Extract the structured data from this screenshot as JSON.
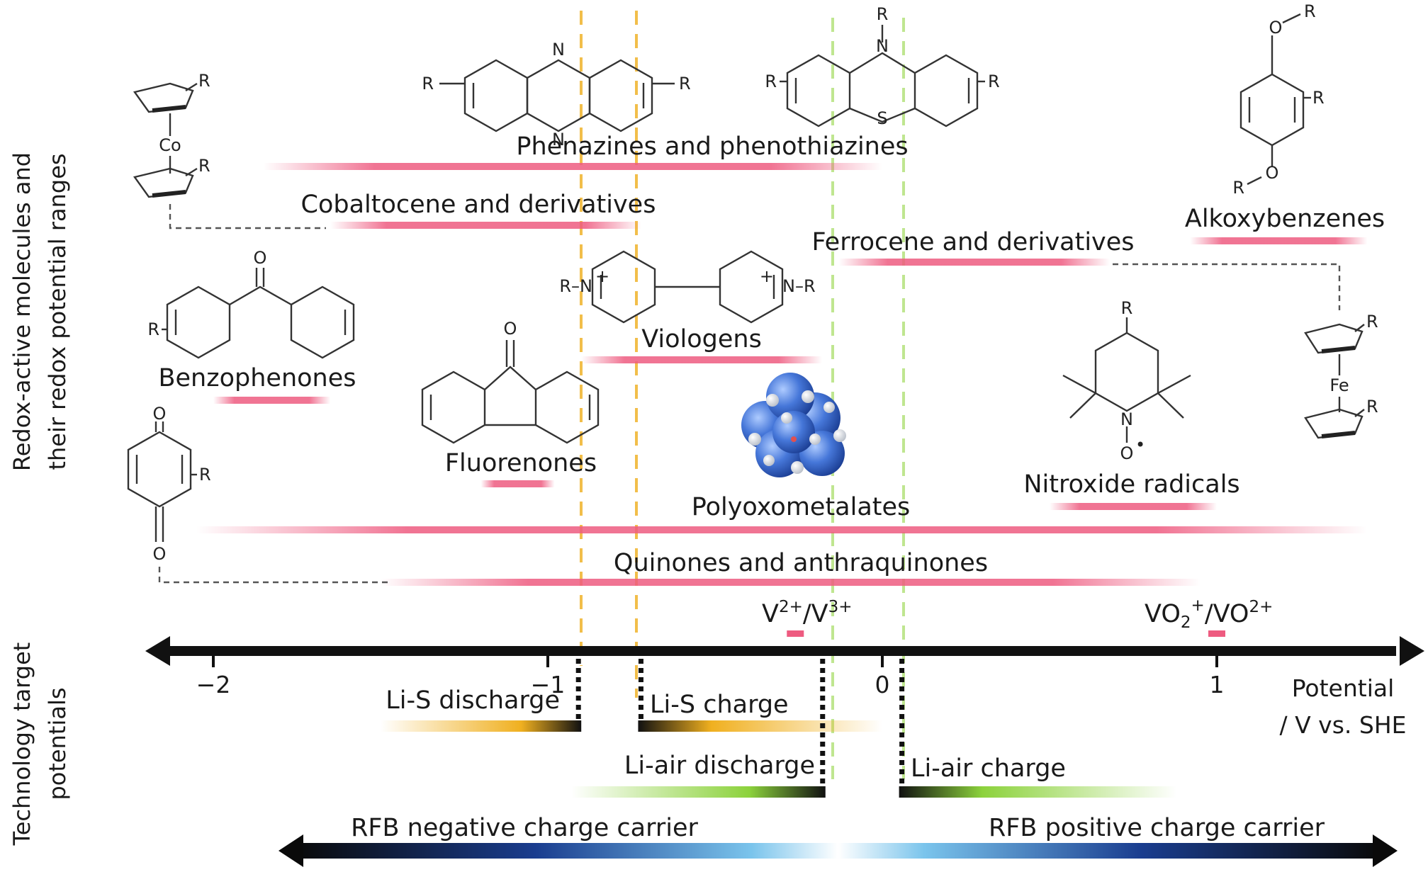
{
  "y_labels": {
    "molecules_line1": "Redox-active molecules and",
    "molecules_line2": "their redox potential ranges",
    "tech_line1": "Technology target",
    "tech_line2": "potentials"
  },
  "molecule_classes": [
    {
      "id": "phenazines",
      "label": "Phenazines and phenothiazines",
      "range": [
        -1.85,
        0.0
      ],
      "color": "#ee5b80"
    },
    {
      "id": "cobaltocene",
      "label": "Cobaltocene and derivatives",
      "range": [
        -1.65,
        -0.72
      ],
      "color": "#ee5b80"
    },
    {
      "id": "alkoxybenzenes",
      "label": "Alkoxybenzenes",
      "range": [
        0.92,
        1.45
      ],
      "color": "#ee5b80"
    },
    {
      "id": "ferrocene",
      "label": "Ferrocene and derivatives",
      "range": [
        -0.13,
        0.68
      ],
      "color": "#ee5b80"
    },
    {
      "id": "viologens",
      "label": "Viologens",
      "range": [
        -0.9,
        -0.18
      ],
      "color": "#ee5b80"
    },
    {
      "id": "benzophenones",
      "label": "Benzophenones",
      "range": [
        -2.0,
        -1.65
      ],
      "color": "#ee5b80"
    },
    {
      "id": "fluorenones",
      "label": "Fluorenones",
      "range": [
        -1.2,
        -0.98
      ],
      "color": "#ee5b80"
    },
    {
      "id": "nitroxide",
      "label": "Nitroxide radicals",
      "range": [
        0.5,
        1.0
      ],
      "color": "#ee5b80"
    },
    {
      "id": "polyoxometalates",
      "label": "Polyoxometalates",
      "range": [
        -2.05,
        1.45
      ],
      "color": "#ee5b80"
    },
    {
      "id": "quinones",
      "label": "Quinones and anthraquinones",
      "range": [
        -1.5,
        0.95
      ],
      "color": "#ee5b80"
    }
  ],
  "vanadium": [
    {
      "id": "v2v3",
      "label_a": "V",
      "sup_a": "2+",
      "slash": "/",
      "label_b": "V",
      "sup_b": "3+",
      "potential": -0.26
    },
    {
      "id": "vo2",
      "label_a": "VO",
      "sub_a": "2",
      "sup_a": "+",
      "slash": "/",
      "label_b": "VO",
      "sup_b": "2+",
      "potential": 1.0
    }
  ],
  "axis": {
    "ticks": [
      {
        "value": -2,
        "label": "−2"
      },
      {
        "value": -1,
        "label": "−1"
      },
      {
        "value": 0,
        "label": "0"
      },
      {
        "value": 1,
        "label": "1"
      }
    ],
    "title_line1": "Potential",
    "title_line2": "/ V vs. SHE"
  },
  "technology": [
    {
      "id": "lis-discharge",
      "label": "Li-S discharge",
      "from": -1.5,
      "to": -0.9,
      "color": "#f0b020",
      "side": "left"
    },
    {
      "id": "lis-charge",
      "label": "Li-S charge",
      "from": -0.73,
      "to": 0.0,
      "color": "#f0b020",
      "side": "right"
    },
    {
      "id": "liair-discharge",
      "label": "Li-air discharge",
      "from": -0.93,
      "to": -0.17,
      "color": "#8cd23c",
      "side": "left"
    },
    {
      "id": "liair-charge",
      "label": "Li-air charge",
      "from": 0.05,
      "to": 0.88,
      "color": "#8cd23c",
      "side": "right"
    }
  ],
  "rfb": {
    "negative_label": "RFB negative charge carrier",
    "positive_label": "RFB positive charge carrier"
  },
  "atoms": {
    "N": "N",
    "S": "S",
    "O": "O",
    "R": "R",
    "Co": "Co",
    "Fe": "Fe",
    "RN_left": "R–N",
    "RN_right": "N–R",
    "plus": "+",
    "O_rad": "O",
    "dot": "•"
  }
}
